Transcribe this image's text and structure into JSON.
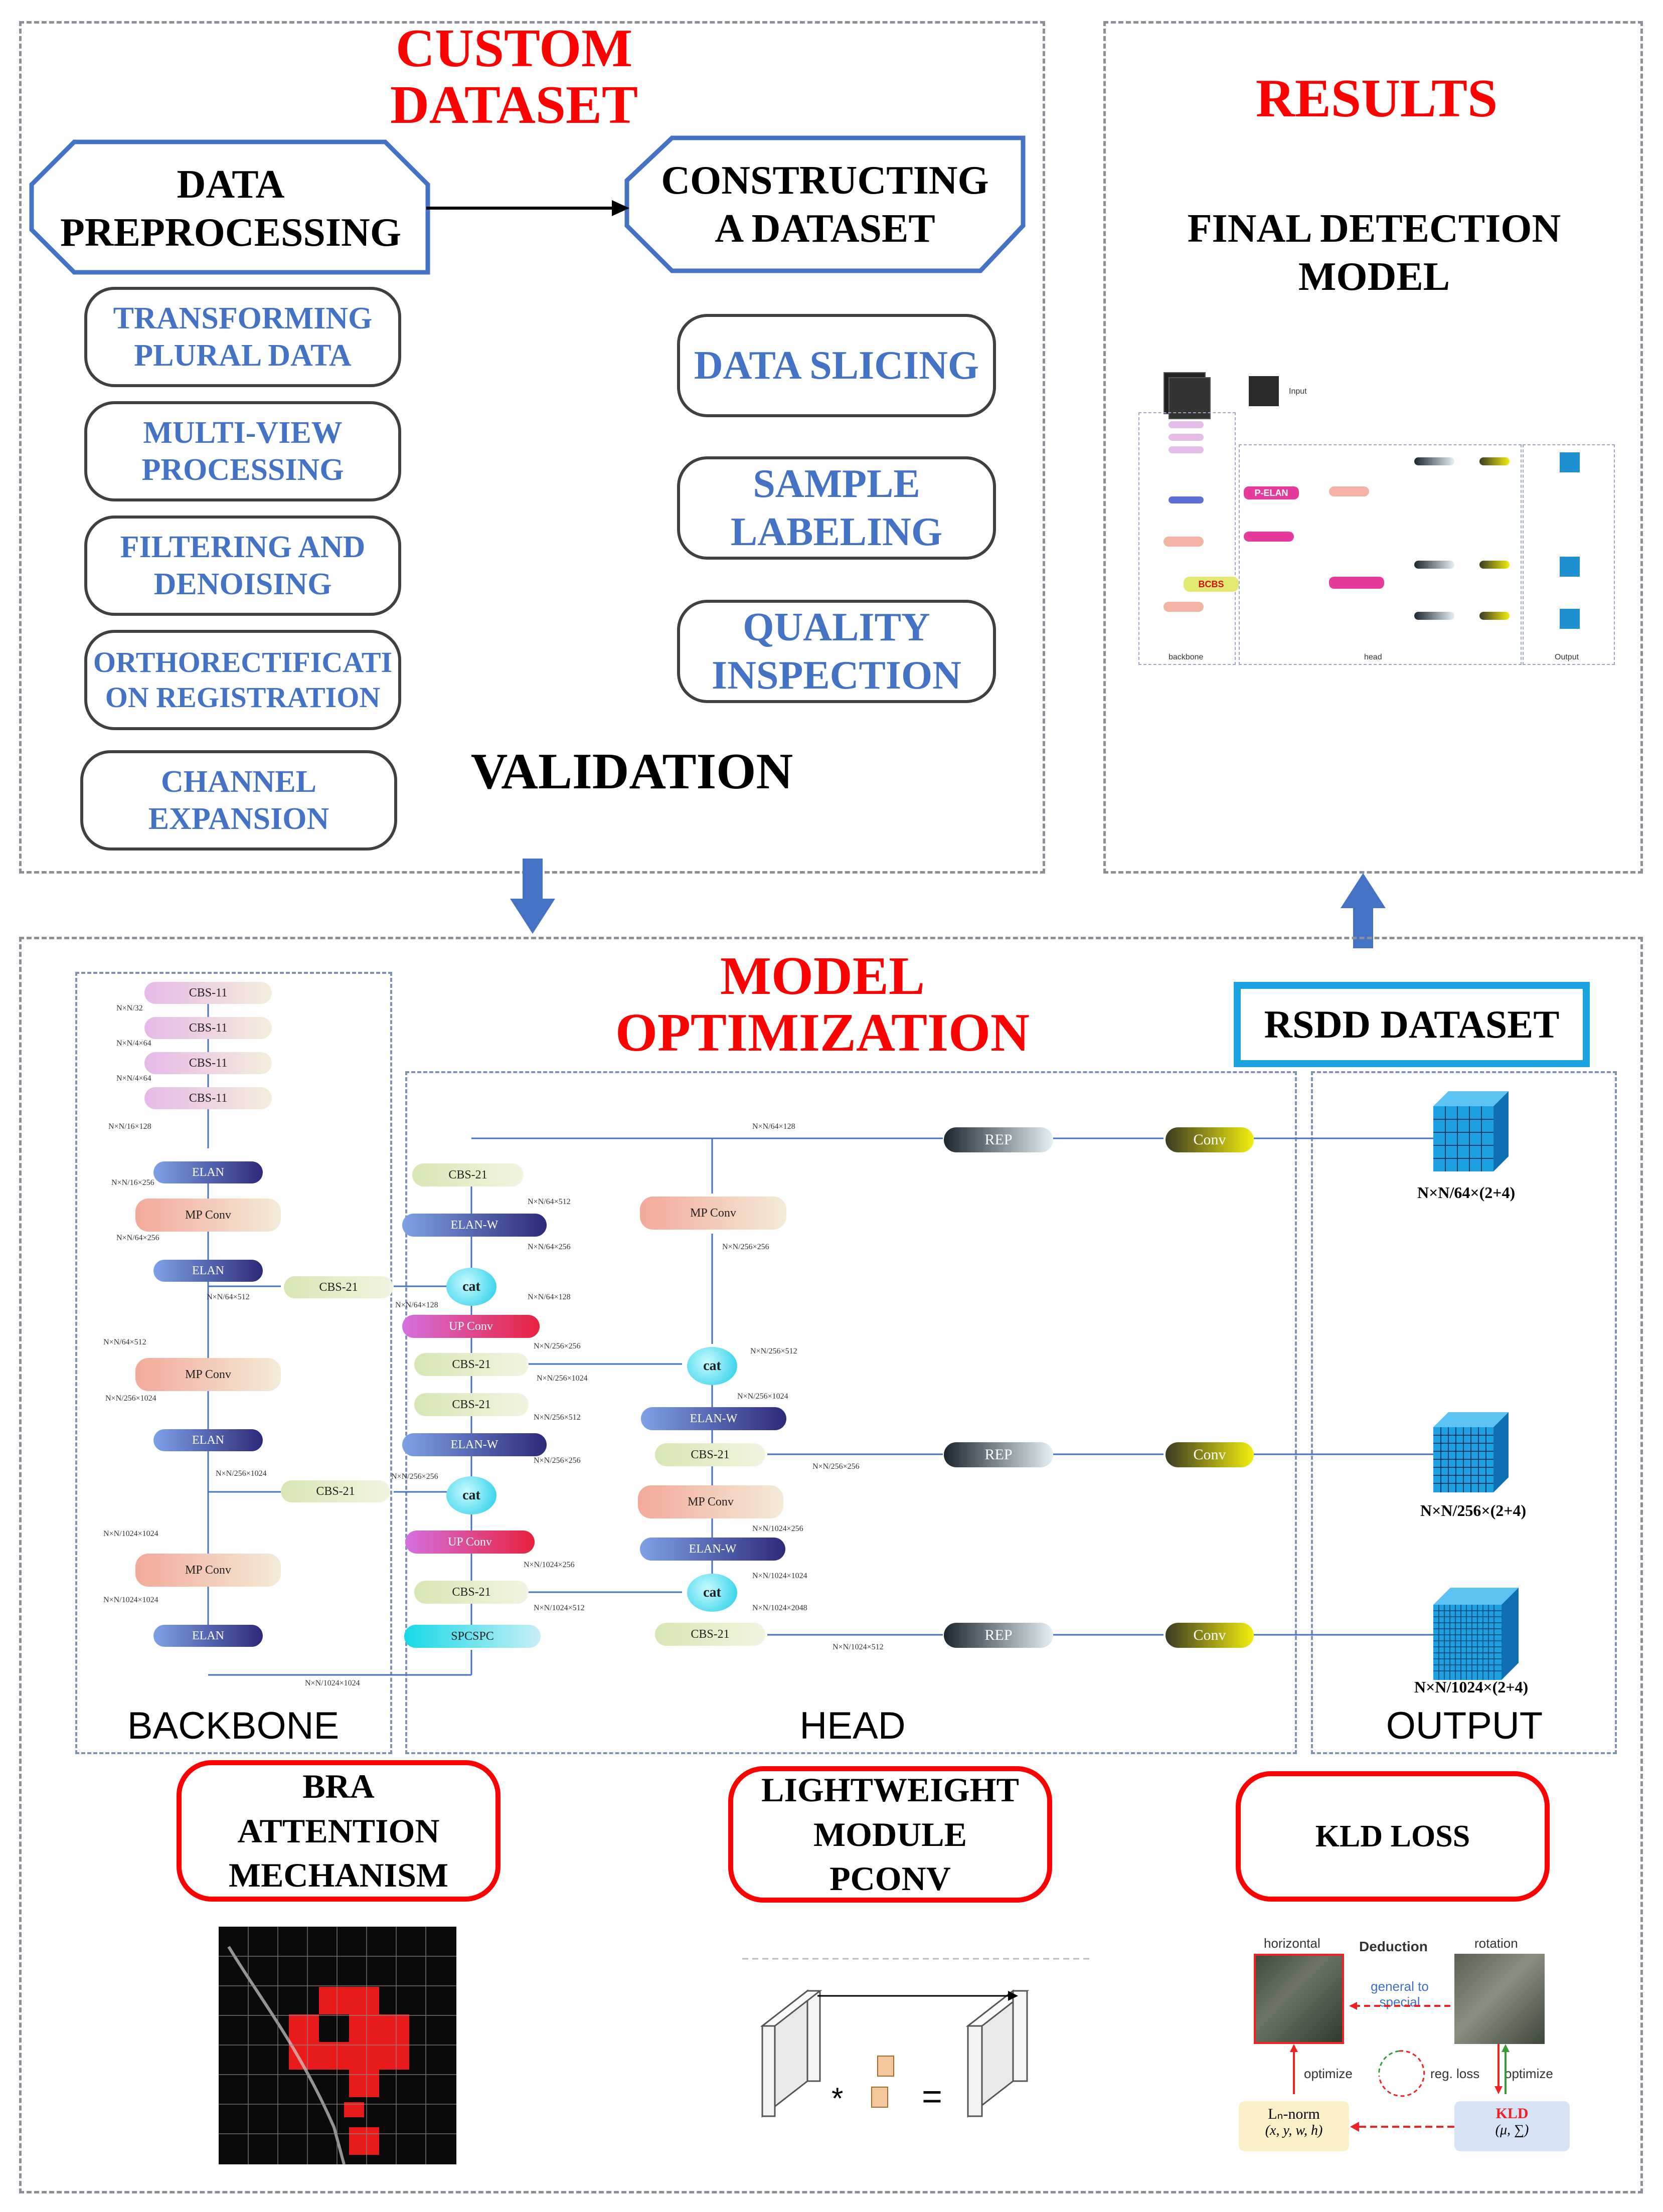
{
  "custom_dataset": {
    "title": "CUSTOM DATASET",
    "data_preprocessing": "DATA PREPROCESSING",
    "constructing_dataset": "CONSTRUCTING A DATASET",
    "preprocessing_steps": [
      "TRANSFORMING PLURAL DATA",
      "MULTI-VIEW PROCESSING",
      "FILTERING AND DENOISING",
      "ORTHORECTIFICATI ON REGISTRATION",
      "CHANNEL EXPANSION"
    ],
    "dataset_steps": [
      "DATA SLICING",
      "SAMPLE LABELING",
      "QUALITY INSPECTION"
    ],
    "validation": "VALIDATION"
  },
  "results": {
    "title": "RESULTS",
    "final_model": "FINAL DETECTION MODEL",
    "thumb_labels": {
      "input": "Input",
      "backbone": "backbone",
      "head": "head",
      "output": "Output",
      "bcbs": "BCBS",
      "pelan": "P-ELAN"
    }
  },
  "model_optimization": {
    "title": "MODEL OPTIMIZATION",
    "rsdd": "RSDD DATASET",
    "sections": {
      "backbone": "BACKBONE",
      "head": "HEAD",
      "output": "OUTPUT"
    },
    "blocks": {
      "cbs11": "CBS-11",
      "cbs21": "CBS-21",
      "elan": "ELAN",
      "elanw": "ELAN-W",
      "mp": "MP Conv",
      "up": "UP Conv",
      "spcspc": "SPCSPC",
      "cat": "cat",
      "rep": "REP",
      "conv": "Conv"
    },
    "dims": {
      "b1": "N×N/32",
      "b2": "N×N/4×64",
      "b3": "N×N/4×64",
      "b4": "N×N/16×128",
      "b5": "N×N/16×256",
      "b6": "N×N/64×256",
      "b7": "N×N/64×512",
      "b8": "N×N/64×512",
      "b9": "N×N/256×1024",
      "b10": "N×N/256×1024",
      "b11": "N×N/1024×1024",
      "b12": "N×N/1024×1024",
      "b13": "N×N/1024×1024",
      "h1": "N×N/64×128",
      "h2": "N×N/64×512",
      "h3": "N×N/64×256",
      "h4": "N×N/64×128",
      "h5": "N×N/256×256",
      "h6": "N×N/256×1024",
      "h7": "N×N/256×512",
      "h8": "N×N/256×256",
      "h9": "N×N/256×256",
      "h10": "N×N/1024×256",
      "h11": "N×N/1024×512",
      "h12": "N×N/256×512",
      "h13": "N×N/256×1024",
      "h14": "N×N/256×256",
      "h15": "N×N/1024×256",
      "h16": "N×N/1024×1024",
      "h17": "N×N/1024×2048",
      "h18": "N×N/1024×512",
      "h19": "N×N/256×256",
      "h20": "N×N/64×128"
    },
    "outputs": [
      "N×N/64×(2+4)",
      "N×N/256×(2+4)",
      "N×N/1024×(2+4)"
    ],
    "modules": {
      "bra": "BRA ATTENTION MECHANISM",
      "pconv": "LIGHTWEIGHT MODULE PCONV",
      "kld": "KLD LOSS"
    },
    "kld_diagram": {
      "horizontal": "horizontal",
      "deduction": "Deduction",
      "rotation": "rotation",
      "general": "general to special",
      "optimize1": "optimize",
      "regloss": "reg. loss",
      "optimize2": "optimize",
      "lnorm": "Lₙ-norm",
      "lnorm_vars": "(x, y, w, h)",
      "kld": "KLD",
      "kld_vars": "(μ, ∑)"
    },
    "pconv_symbols": {
      "star": "*",
      "eq": "="
    }
  }
}
